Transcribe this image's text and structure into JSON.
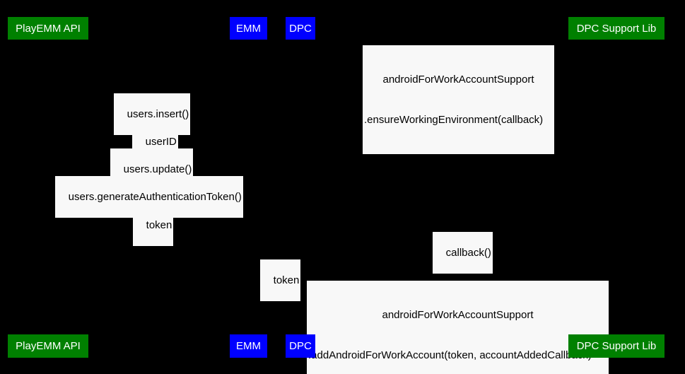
{
  "diagram": {
    "type": "uml-sequence-diagram",
    "background_color": "#000000",
    "label_background_color": "#f8f8f8",
    "label_text_color": "#000000",
    "participant_text_color": "#ffffff",
    "colors": {
      "green": "#008000",
      "blue": "#0000ff"
    }
  },
  "participants_top": [
    {
      "name": "PlayEMM API",
      "color": "#008000"
    },
    {
      "name": "EMM",
      "color": "#0000ff"
    },
    {
      "name": "DPC",
      "color": "#0000ff"
    },
    {
      "name": "DPC Support Lib",
      "color": "#008000"
    }
  ],
  "participants_bottom": [
    {
      "name": "PlayEMM API",
      "color": "#008000"
    },
    {
      "name": "EMM",
      "color": "#0000ff"
    },
    {
      "name": "DPC",
      "color": "#0000ff"
    },
    {
      "name": "DPC Support Lib",
      "color": "#008000"
    }
  ],
  "messages": [
    {
      "line1": "androidForWorkAccountSupport",
      "line2": ".ensureWorkingEnvironment(callback)"
    },
    {
      "text": "users.insert()"
    },
    {
      "text": "userID"
    },
    {
      "text": "users.update()"
    },
    {
      "text": "users.generateAuthenticationToken()"
    },
    {
      "text": "token"
    },
    {
      "text": "callback()"
    },
    {
      "text": "token"
    },
    {
      "line1": "androidForWorkAccountSupport",
      "line2": ".addAndroidForWorkAccount(token, accountAddedCallback)"
    }
  ]
}
